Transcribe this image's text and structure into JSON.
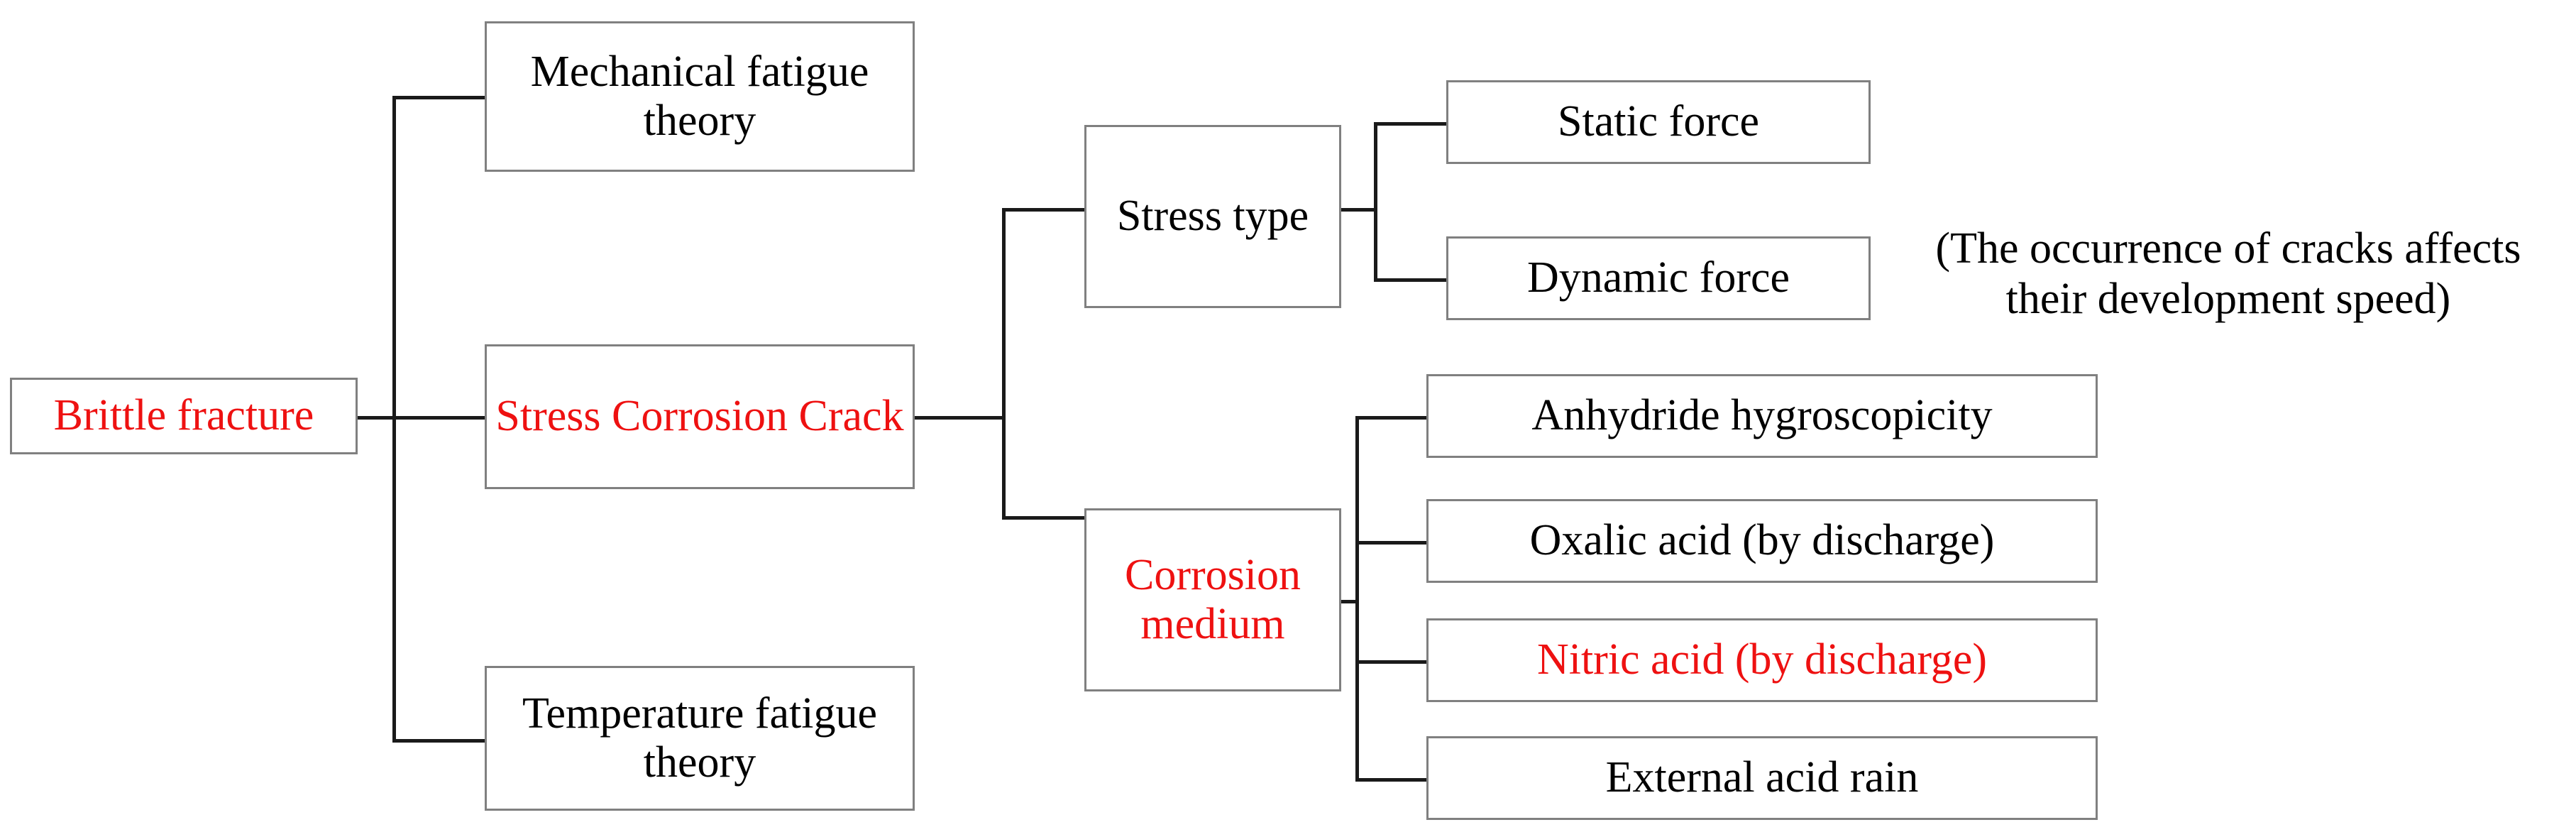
{
  "diagram": {
    "title_node": {
      "label": "Brittle fracture",
      "color": "#ee1111"
    },
    "level1": [
      {
        "label": "Mechanical fatigue theory",
        "color": "#000000"
      },
      {
        "label": "Stress Corrosion Crack",
        "color": "#ee1111"
      },
      {
        "label": "Temperature fatigue theory",
        "color": "#000000"
      }
    ],
    "level2": [
      {
        "label": "Stress type",
        "color": "#000000"
      },
      {
        "label": "Corrosion medium",
        "color": "#ee1111"
      }
    ],
    "stress_type_children": [
      {
        "label": "Static force",
        "color": "#000000"
      },
      {
        "label": "Dynamic force",
        "color": "#000000"
      }
    ],
    "corrosion_medium_children": [
      {
        "label": "Anhydride hygroscopicity",
        "color": "#000000"
      },
      {
        "label": "Oxalic acid (by discharge)",
        "color": "#000000"
      },
      {
        "label": "Nitric acid (by discharge)",
        "color": "#ee1111"
      },
      {
        "label": "External acid rain",
        "color": "#000000"
      }
    ],
    "annotation": {
      "line1": "(The occurrence of cracks affects",
      "line2": "their development speed)"
    },
    "colors": {
      "box_border": "#808080",
      "connector": "#1a1a1a",
      "text_default": "#000000",
      "text_highlight": "#ee1111",
      "background": "#ffffff"
    }
  }
}
